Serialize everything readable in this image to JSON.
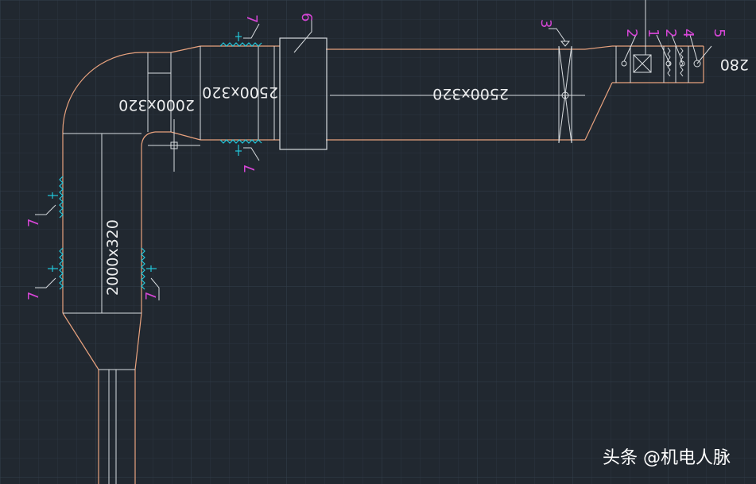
{
  "colors": {
    "background": "#212830",
    "grid_minor": "#2b3440",
    "grid_major": "#343f4c",
    "duct": "#e8a27e",
    "inner_line": "#d8dcdf",
    "label": "#ecedee",
    "callout": "#d646d6",
    "accessory": "#22c8dc",
    "watermark": "#ffffff"
  },
  "dimensions": {
    "vertical_duct": "2000x320",
    "elbow_duct": "2000x320",
    "upper_duct": "2500x320",
    "main_duct": "2500x320",
    "end_size": "280"
  },
  "callouts": {
    "flexible_top": "7",
    "flexible_bottom": "7",
    "side_upper": "7",
    "side_lower_left": "7",
    "side_lower_right": "7",
    "device_box": "6",
    "fire_damper": "3",
    "end_1": "2",
    "end_2": "1",
    "end_3": "2",
    "end_4": "4",
    "end_5": "5"
  },
  "watermark": {
    "text": "头条 @机电人脉"
  },
  "icons": {
    "cursor": "crosshair-pick-icon",
    "valve": "damper-valve-icon"
  }
}
